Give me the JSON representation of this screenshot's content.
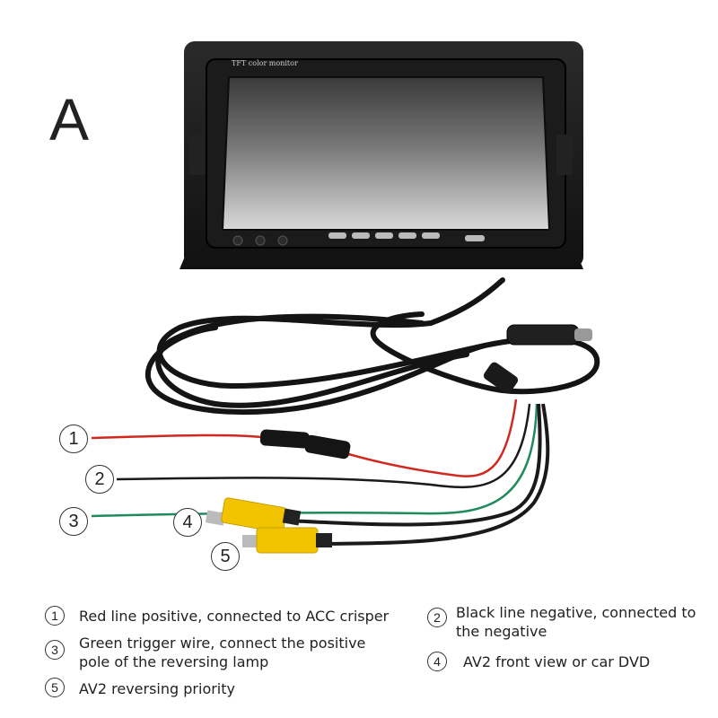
{
  "panel_label": "A",
  "monitor": {
    "bezel_text": "TFT color monitor"
  },
  "callouts": [
    "1",
    "2",
    "3",
    "4",
    "5"
  ],
  "legend": [
    {
      "num": "1",
      "text": "Red line positive, connected to ACC crisper"
    },
    {
      "num": "2",
      "text": "Black line negative, connected to the negative"
    },
    {
      "num": "3",
      "text": "Green trigger wire, connect the positive pole of the reversing lamp"
    },
    {
      "num": "4",
      "text": "AV2 front view or car DVD"
    },
    {
      "num": "5",
      "text": "AV2 reversing priority"
    }
  ],
  "colors": {
    "red_wire": "#d0281f",
    "green_wire": "#1f8a5c",
    "black_wire": "#1a1a1a",
    "rca_yellow": "#f2c400"
  }
}
